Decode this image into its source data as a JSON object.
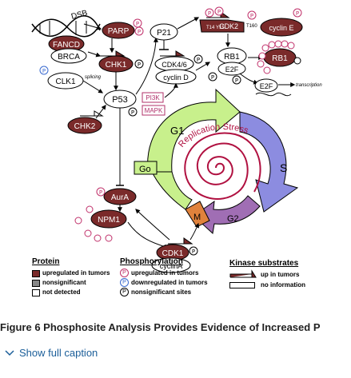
{
  "figure": {
    "labels": {
      "dsb": "DSB",
      "parp": "PARP",
      "fancd": "FANCD",
      "brca": "BRCA",
      "chk1": "CHK1",
      "clk1": "CLK1",
      "splicing": "splicing",
      "p53": "P53",
      "chk2": "CHK2",
      "p21": "P21",
      "cdk46": "CDK4/6",
      "cyclind": "cyclin D",
      "pi3k": "PI3K",
      "mapk": "MAPK",
      "cdk2": "CDK2",
      "t14": "T14",
      "y15": "Y15",
      "t160": "T160",
      "cycline": "cyclin E",
      "rb1a": "RB1",
      "rb1b": "RB1",
      "e2fa": "E2F",
      "e2fb": "E2F",
      "transcription": "transcription",
      "g1": "G1",
      "g0": "Go",
      "s": "S",
      "g2": "G2",
      "m": "M",
      "replication_stress": "Replication Stress",
      "aura": "AurA",
      "npm1": "NPM1",
      "cdk1": "CDK1",
      "cyclina": "cyclinA",
      "p_symbol": "P"
    },
    "colors": {
      "protein_up": "#7a2a2a",
      "arrow_g1": "#c8f08c",
      "arrow_s": "#8c8ce0",
      "arrow_g2": "#a06eb4",
      "arrow_m": "#e0823c",
      "p_up": "#c0306a",
      "p_down": "#3a6ad0",
      "spiral": "#b01040"
    }
  },
  "legend": {
    "protein": {
      "title": "Protein",
      "items": [
        "upregulated in tumors",
        "nonsignificant",
        "not detected"
      ]
    },
    "phosphorylation": {
      "title": "Phosphorylation",
      "items": [
        "upregulated in tumors",
        "downregulated in tumors",
        "nonsignificant sites"
      ]
    },
    "kinase": {
      "title": "Kinase substrates",
      "items": [
        "up in tumors",
        "no information"
      ]
    }
  },
  "caption": {
    "title": "Figure 6 Phosphosite Analysis Provides Evidence of Increased P",
    "show_full": "Show full caption"
  }
}
